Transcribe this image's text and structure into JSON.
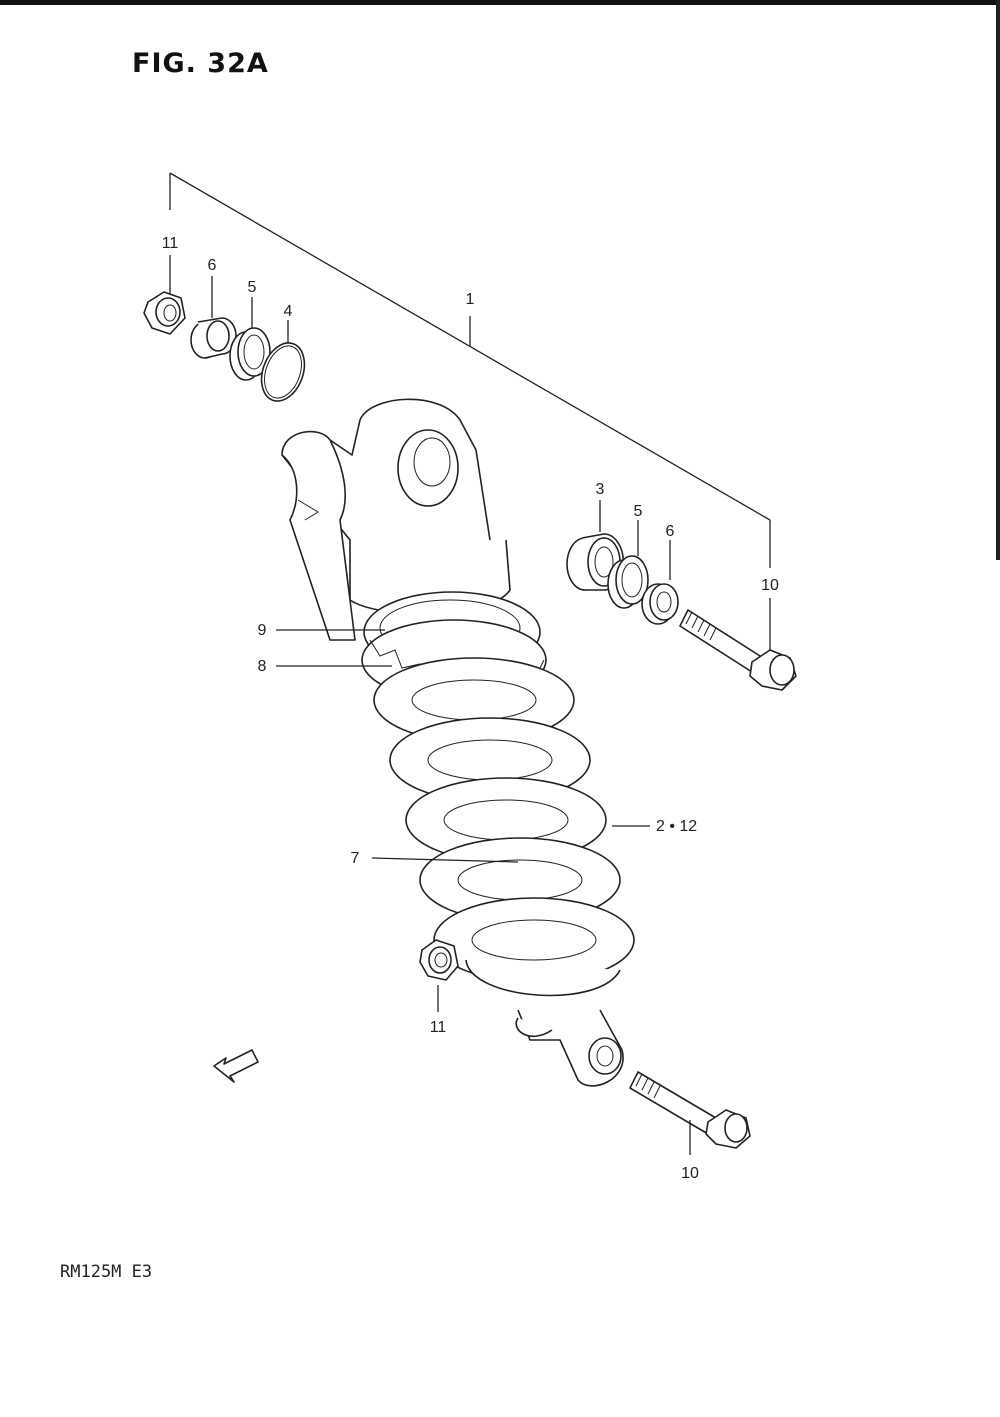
{
  "figure": {
    "title": "FIG. 32A",
    "model": "RM125M  E3",
    "fwd_marker": "FWD"
  },
  "callouts": {
    "c1": "1",
    "c2_12": "2 • 12",
    "c3": "3",
    "c4": "4",
    "c5_top": "5",
    "c5_mid": "5",
    "c6_top": "6",
    "c6_mid": "6",
    "c7": "7",
    "c8": "8",
    "c9": "9",
    "c10_right": "10",
    "c10_bottom": "10",
    "c11_top": "11",
    "c11_bottom": "11"
  },
  "icons": {
    "arrow": "fwd-arrow-icon"
  }
}
